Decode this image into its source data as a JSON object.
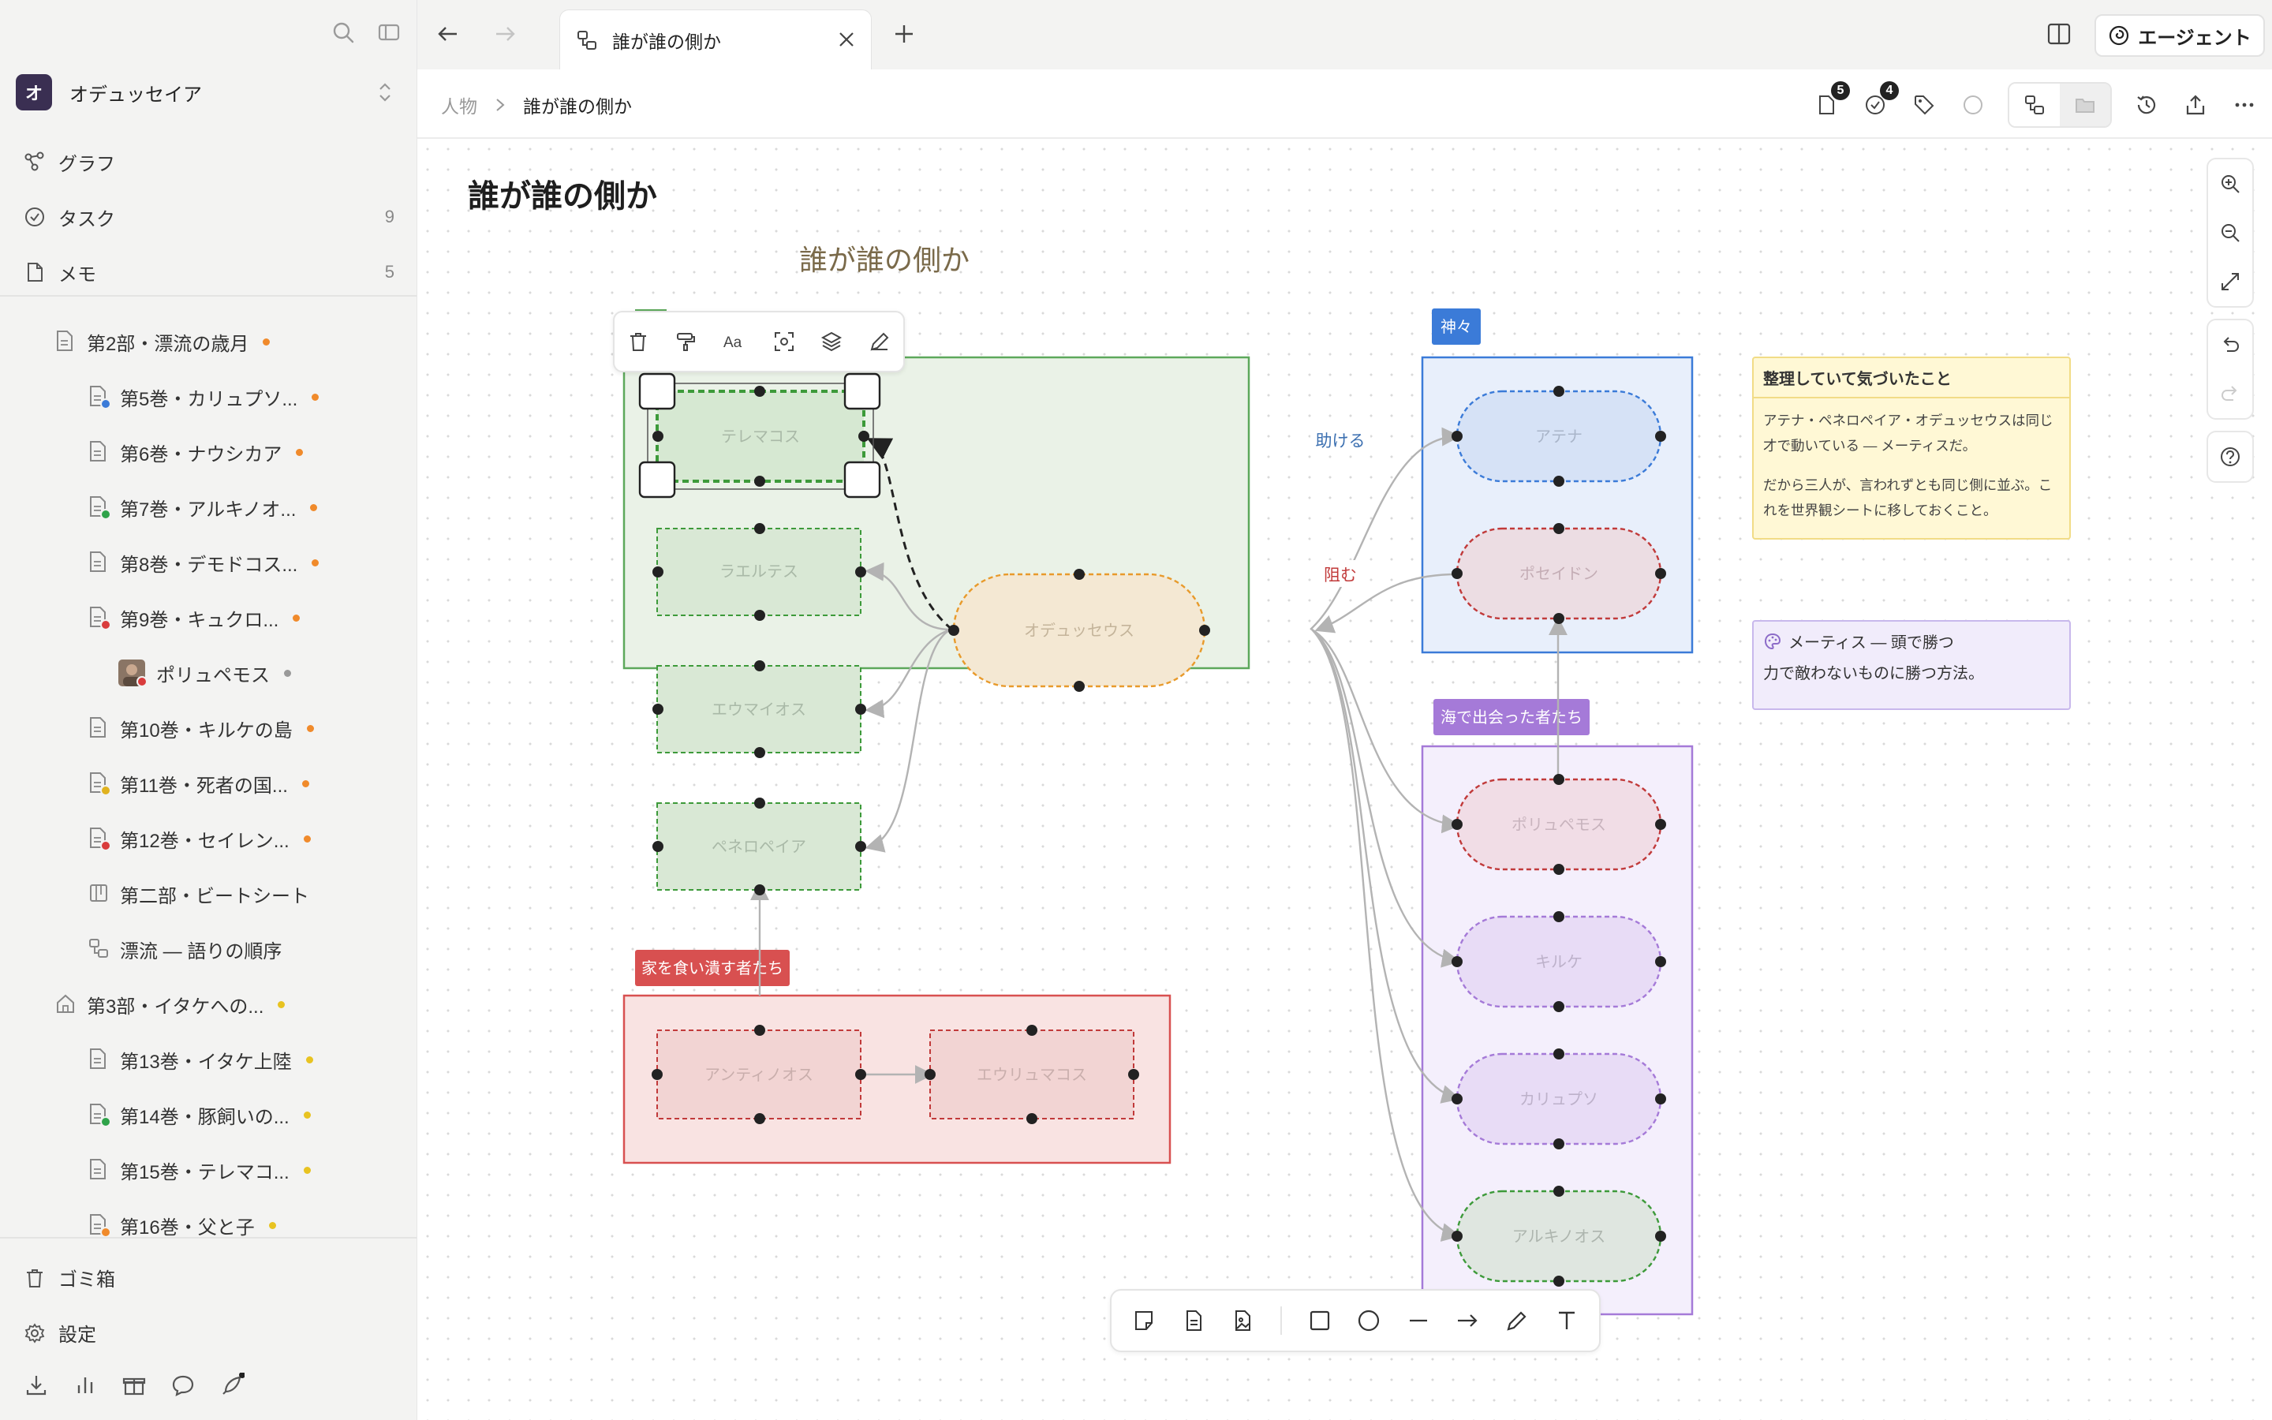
{
  "workspace": {
    "initial": "オ",
    "name": "オデュッセイア"
  },
  "nav": [
    {
      "label": "グラフ",
      "count": ""
    },
    {
      "label": "タスク",
      "count": "9"
    },
    {
      "label": "メモ",
      "count": "5"
    }
  ],
  "tree": [
    {
      "label": "第2部・漂流の歳月",
      "indent": 1,
      "icon": "doc-icon",
      "dot": "#f08a2b",
      "mini": ""
    },
    {
      "label": "第5巻・カリュプソ...",
      "indent": 2,
      "icon": "doc-icon",
      "dot": "#f08a2b",
      "mini": "#3b7bd8"
    },
    {
      "label": "第6巻・ナウシカア",
      "indent": 2,
      "icon": "doc-icon",
      "dot": "#f08a2b",
      "mini": ""
    },
    {
      "label": "第7巻・アルキノオ...",
      "indent": 2,
      "icon": "doc-icon",
      "dot": "#f08a2b",
      "mini": "#2fa34a"
    },
    {
      "label": "第8巻・デモドコス...",
      "indent": 2,
      "icon": "doc-icon",
      "dot": "#f08a2b",
      "mini": ""
    },
    {
      "label": "第9巻・キュクロ...",
      "indent": 2,
      "icon": "doc-icon",
      "dot": "#f08a2b",
      "mini": "#d93c3c"
    },
    {
      "label": "ポリュペモス",
      "indent": 3,
      "icon": "avatar-icon",
      "dot": "#999999",
      "mini": "#d93c3c"
    },
    {
      "label": "第10巻・キルケの島",
      "indent": 2,
      "icon": "doc-icon",
      "dot": "#f08a2b",
      "mini": ""
    },
    {
      "label": "第11巻・死者の国...",
      "indent": 2,
      "icon": "doc-icon",
      "dot": "#f08a2b",
      "mini": "#e0b21f"
    },
    {
      "label": "第12巻・セイレン...",
      "indent": 2,
      "icon": "doc-icon",
      "dot": "#f08a2b",
      "mini": "#d93c3c"
    },
    {
      "label": "第二部・ビートシート",
      "indent": 2,
      "icon": "board-icon",
      "dot": "",
      "mini": ""
    },
    {
      "label": "漂流 — 語りの順序",
      "indent": 2,
      "icon": "canvas-icon",
      "dot": "",
      "mini": ""
    },
    {
      "label": "第3部・イタケへの...",
      "indent": 1,
      "icon": "home-icon",
      "dot": "#e8c321",
      "mini": ""
    },
    {
      "label": "第13巻・イタケ上陸",
      "indent": 2,
      "icon": "doc-icon",
      "dot": "#e8c321",
      "mini": ""
    },
    {
      "label": "第14巻・豚飼いの...",
      "indent": 2,
      "icon": "doc-icon",
      "dot": "#e8c321",
      "mini": "#2fa34a"
    },
    {
      "label": "第15巻・テレマコ...",
      "indent": 2,
      "icon": "doc-icon",
      "dot": "#e8c321",
      "mini": ""
    },
    {
      "label": "第16巻・父と子",
      "indent": 2,
      "icon": "doc-icon",
      "dot": "#e8c321",
      "mini": "#f08a2b"
    }
  ],
  "sidebar_bottom": {
    "trash": "ゴミ箱",
    "settings": "設定"
  },
  "tab": {
    "title": "誰が誰の側か"
  },
  "agent_button": "エージェント",
  "breadcrumb": {
    "parent": "人物",
    "current": "誰が誰の側か"
  },
  "badges": {
    "notes": "5",
    "tasks": "4"
  },
  "page_title": "誰が誰の側か",
  "diagram": {
    "title": "誰が誰の側か",
    "group_gods": "神々",
    "group_sea": "海で出会った者たち",
    "group_suitors": "家を食い潰す者たち",
    "edge_help": "助ける",
    "edge_block": "阻む",
    "nodes": {
      "telemachus": "テレマコス",
      "laertes": "ラエルテス",
      "eumaeus": "エウマイオス",
      "penelope": "ペネロペイア",
      "odysseus": "オデュッセウス",
      "athena": "アテナ",
      "poseidon": "ポセイドン",
      "polyphemus": "ポリュペモス",
      "circe": "キルケ",
      "calypso": "カリュプソ",
      "alcinous": "アルキノオス",
      "antinous": "アンティノオス",
      "eurymachus": "エウリュマコス"
    }
  },
  "notes": {
    "yellow_title": "整理していて気づいたこと",
    "yellow_line1": "アテナ・ペネロペイア・オデュッセウスは同じ",
    "yellow_line2": "才で動いている — メーティスだ。",
    "yellow_line3": "だから三人が、言われずとも同じ側に並ぶ。こ",
    "yellow_line4": "れを世界観シートに移しておくこと。",
    "purple_title": "メーティス — 頭で勝つ",
    "purple_body": "力で敵わないものに勝つ方法。"
  },
  "colors": {
    "green_group": "#5da85b",
    "blue_group": "#3b7bd8",
    "purple_group": "#a57ad8",
    "red_group": "#d85050",
    "accent_dark": "#222222"
  }
}
